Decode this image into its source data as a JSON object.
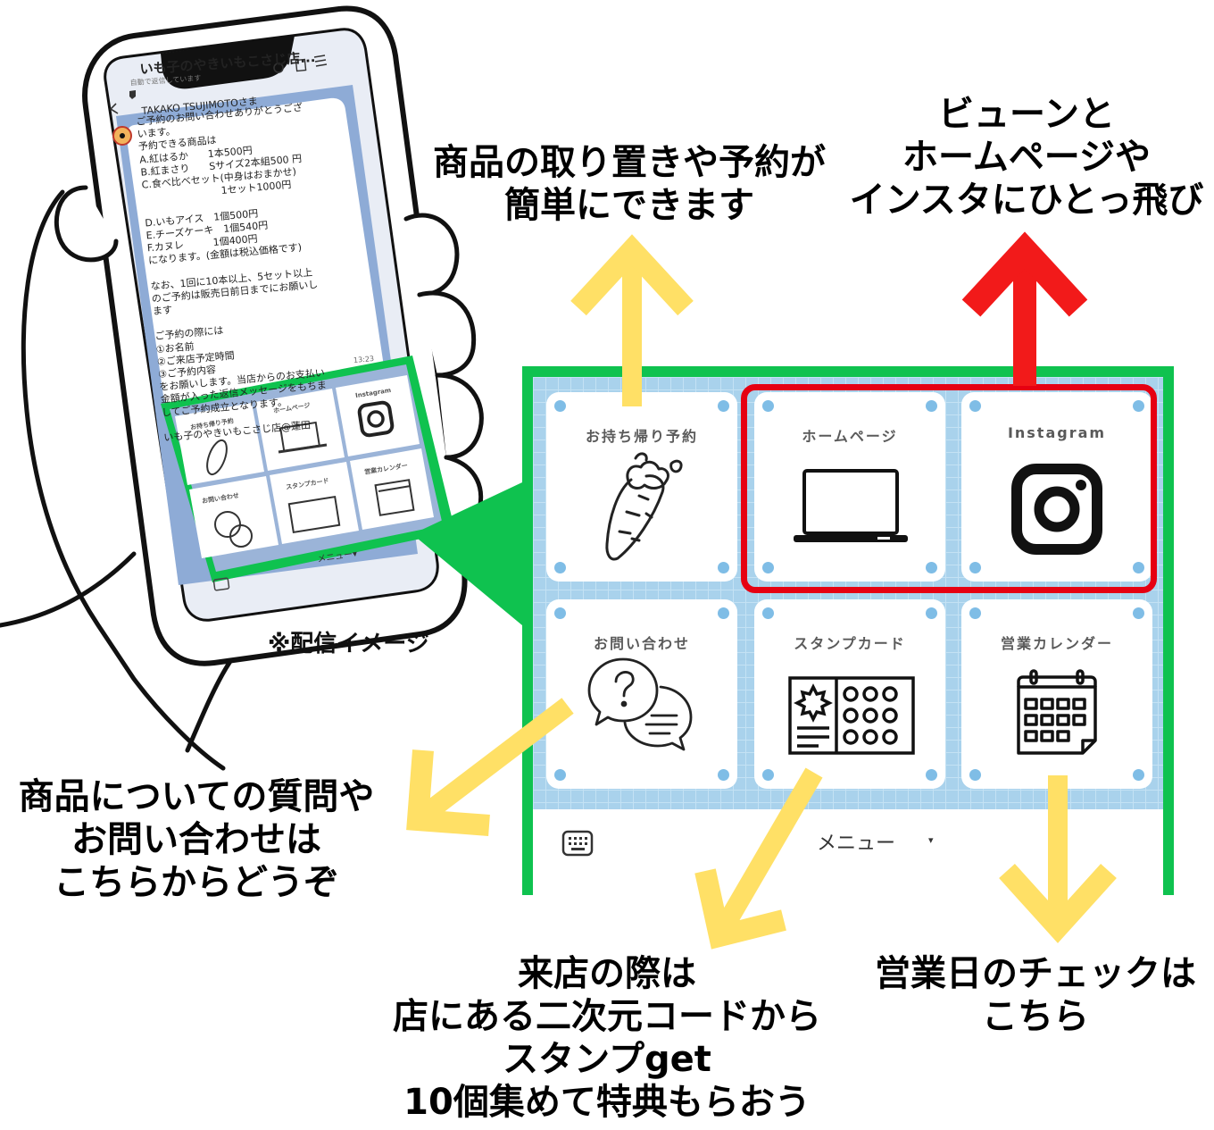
{
  "colors": {
    "panel_border": "#0fc24f",
    "highlight": "#e60012",
    "arrow_yellow": "#ffe066",
    "arrow_red": "#f21a1a",
    "grid_bg": "#a9d2ec",
    "corner_dot": "#7fbde6"
  },
  "phone": {
    "chat_title": "いも子のやきいもこさじ店...",
    "chat_subtitle": "自動で返信しています",
    "recipient": "TAKAKO TSUJIMOTOさま",
    "message": "ご予約のお問い合わせありがとうござ\nいます。\n予約できる商品は\nA.紅はるか　　1本500円\nB.紅まさり　　Sサイズ2本組500 円\nC.食べ比べセット(中身はおまかせ)\n　　　　　　　　1セット1000円\n\nD.いもアイス　1個500円\nE.チーズケーキ　1個540円\nF.カヌレ　　　1個400円\nになります。(金額は税込価格です)\n\nなお、1回に10本以上、5セット以上\nのご予約は販売日前日までにお願いし\nます\n\nご予約の際には\n①お名前\n②ご来店予定時間\n③ご予約内容\nをお願いします。当店からのお支払い\n金額が入った返信メッセージをもちま\nしてご予約成立となります。\n\nいも子のやきいもこさじ店@蓮田",
    "time": "13:23",
    "mini_menu_label": "メニュー▾"
  },
  "caption_image": "※配信イメージ",
  "rich_menu": {
    "tiles": [
      {
        "label": "お持ち帰り予約",
        "icon": "sweet-potato-icon"
      },
      {
        "label": "ホームページ",
        "icon": "laptop-icon"
      },
      {
        "label": "Instagram",
        "icon": "instagram-icon"
      },
      {
        "label": "お問い合わせ",
        "icon": "chat-bubbles-icon"
      },
      {
        "label": "スタンプカード",
        "icon": "stamp-card-icon"
      },
      {
        "label": "営業カレンダー",
        "icon": "calendar-icon"
      }
    ],
    "menu_label": "メニュー",
    "menu_caret": "▾"
  },
  "annotations": {
    "reservation": "商品の取り置きや予約が\n簡単にできます",
    "links": "ビューンと\nホームページや\nインスタにひとっ飛び",
    "inquiry": "商品についての質問や\nお問い合わせは\nこちらからどうぞ",
    "stamp": "来店の際は\n店にある二次元コードから\nスタンプget\n10個集めて特典もらおう",
    "calendar": "営業日のチェックは\nこちら"
  }
}
